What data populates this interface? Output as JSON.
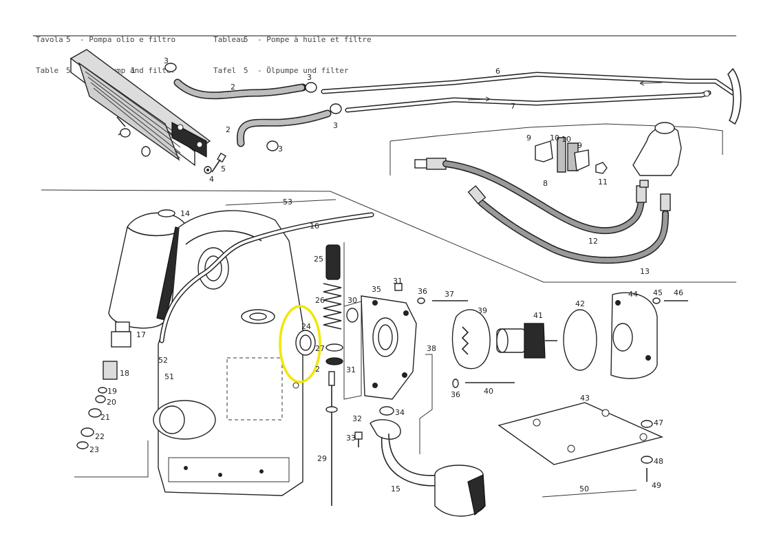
{
  "header": {
    "left": {
      "row1": {
        "lang": "Tavola",
        "num": "5",
        "title": "- Pompa olio e filtro"
      },
      "row2": {
        "lang": "Table",
        "num": "5",
        "title": "- Oil pump and filter"
      }
    },
    "right": {
      "row1": {
        "lang": "Tableau",
        "num": "5",
        "title": "- Pompe à huile et filtre"
      },
      "row2": {
        "lang": "Tafel",
        "num": "5",
        "title": "- Ölpumpe und filter"
      }
    }
  },
  "callouts": {
    "c1": "1",
    "c2a": "2",
    "c2b": "2",
    "c3a": "3",
    "c3b": "3",
    "c3c": "3",
    "c3d": "3",
    "c4": "4",
    "c5": "5",
    "c6": "6",
    "c7": "7",
    "c8": "8",
    "c9a": "9",
    "c9b": "9",
    "c10a": "10",
    "c10b": "10",
    "c11": "11",
    "c12": "12",
    "c13": "13",
    "c14": "14",
    "c15": "15",
    "c16": "16",
    "c17": "17",
    "c18": "18",
    "c19": "19",
    "c20": "20",
    "c21": "21",
    "c22": "22",
    "c23": "23",
    "c24": "24",
    "c25": "25",
    "c26": "26",
    "c27": "27",
    "c28": "2",
    "c29": "29",
    "c30": "30",
    "c31a": "31",
    "c31b": "31",
    "c32": "32",
    "c33": "33",
    "c34": "34",
    "c35": "35",
    "c36a": "36",
    "c36b": "36",
    "c37": "37",
    "c38": "38",
    "c39": "39",
    "c40": "40",
    "c41": "41",
    "c42": "42",
    "c43": "43",
    "c44": "44",
    "c45": "45",
    "c46": "46",
    "c47": "47",
    "c48": "48",
    "c49": "49",
    "c50": "50",
    "c51": "51",
    "c52": "52",
    "c53": "53"
  },
  "highlight_color": "#f2e600"
}
